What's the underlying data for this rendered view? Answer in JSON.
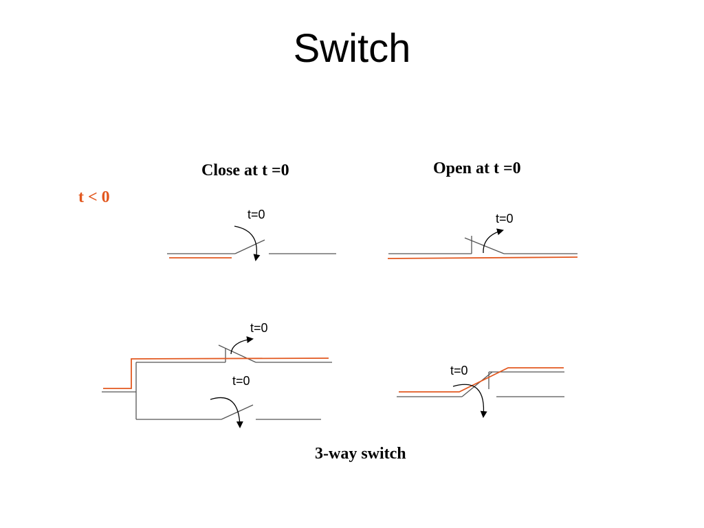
{
  "title": "Switch",
  "condition_label": "t < 0",
  "column_close_label": "Close at t =0",
  "column_open_label": "Open at t =0",
  "three_way_label": "3-way switch",
  "switch_time_labels": [
    "t=0",
    "t=0",
    "t=0",
    "t=0",
    "t=0"
  ],
  "colors": {
    "wire": "#555555",
    "current": "#e2571e",
    "text": "#000000"
  }
}
